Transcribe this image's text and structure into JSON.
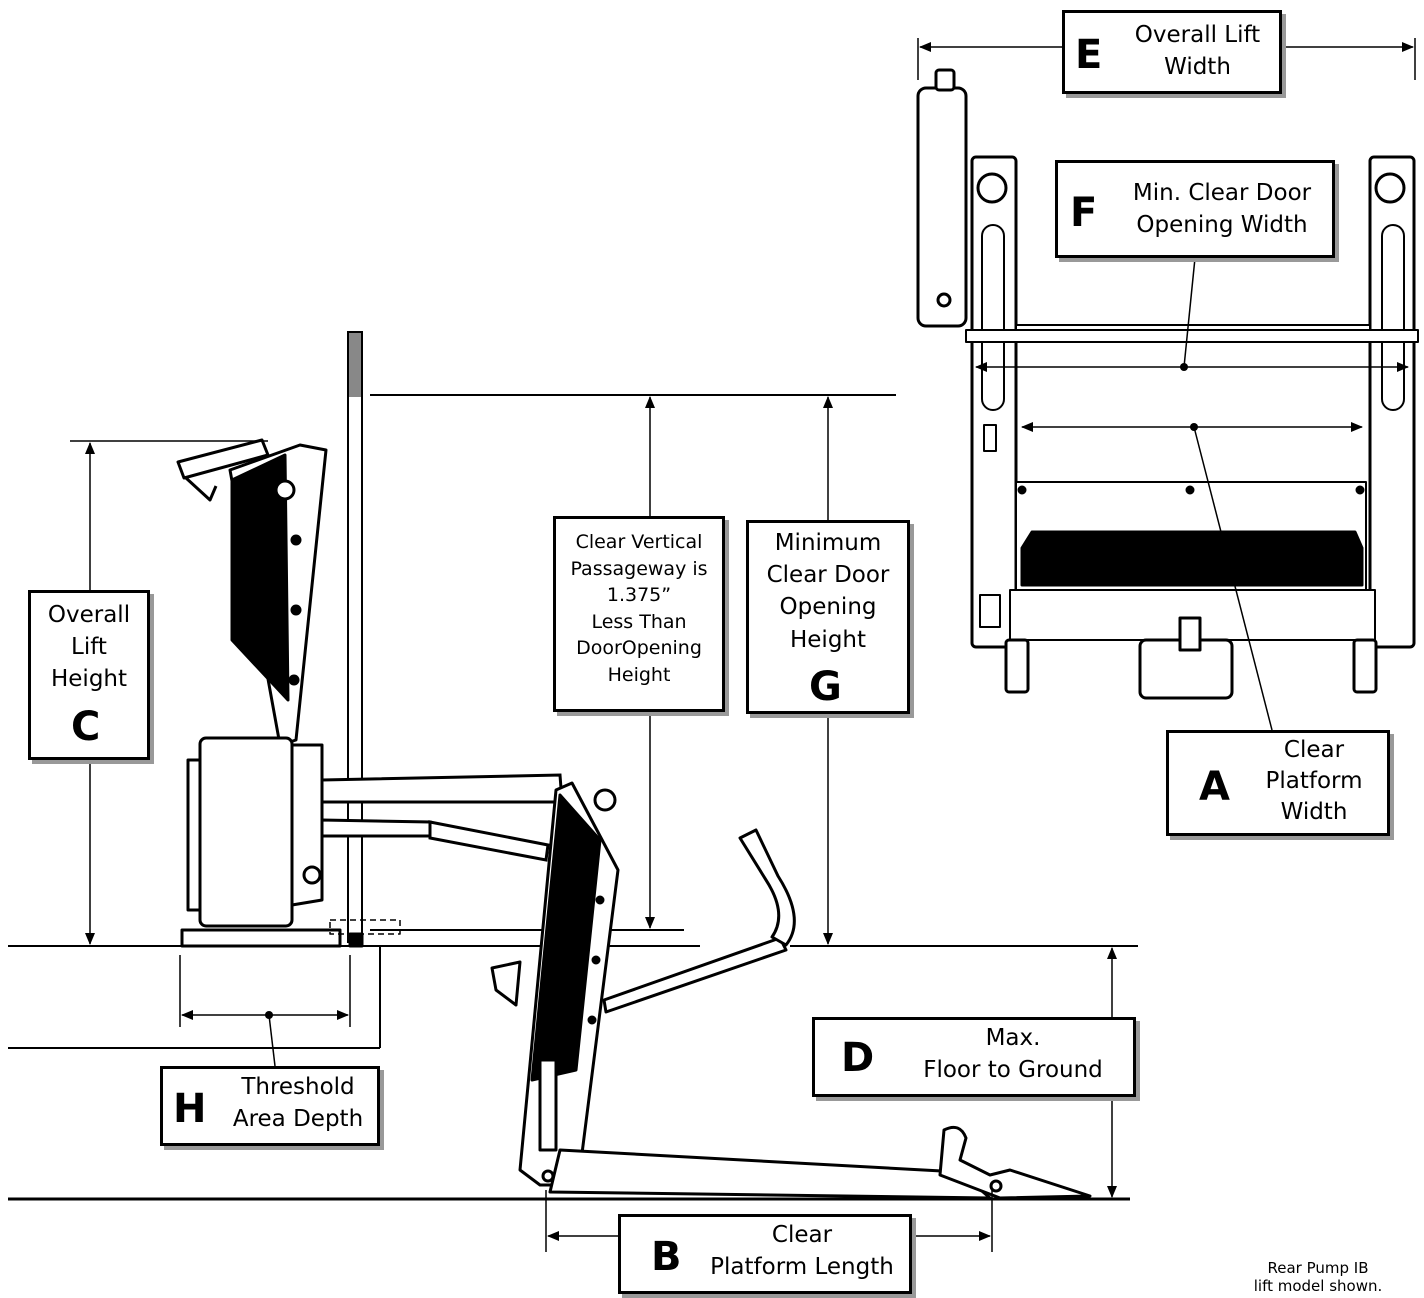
{
  "labels": {
    "E": {
      "letter": "E",
      "line1": "Overall Lift",
      "line2": "Width"
    },
    "F": {
      "letter": "F",
      "line1": "Min. Clear Door",
      "line2": "Opening Width"
    },
    "A": {
      "letter": "A",
      "line1": "Clear",
      "line2": "Platform",
      "line3": "Width"
    },
    "C": {
      "letter": "C",
      "line1": "Overall",
      "line2": "Lift",
      "line3": "Height"
    },
    "passage": {
      "line1": "Clear Vertical",
      "line2": "Passageway is",
      "line3": "1.375”",
      "line4": "Less Than",
      "line5": "DoorOpening",
      "line6": "Height"
    },
    "G": {
      "letter": "G",
      "line1": "Minimum",
      "line2": "Clear Door",
      "line3": "Opening",
      "line4": "Height"
    },
    "D": {
      "letter": "D",
      "line1": "Max.",
      "line2": "Floor to Ground"
    },
    "H": {
      "letter": "H",
      "line1": "Threshold",
      "line2": "Area Depth"
    },
    "B": {
      "letter": "B",
      "line1": "Clear",
      "line2": "Platform Length"
    }
  },
  "footnote": {
    "line1": "Rear Pump  IB",
    "line2": "lift model shown."
  }
}
